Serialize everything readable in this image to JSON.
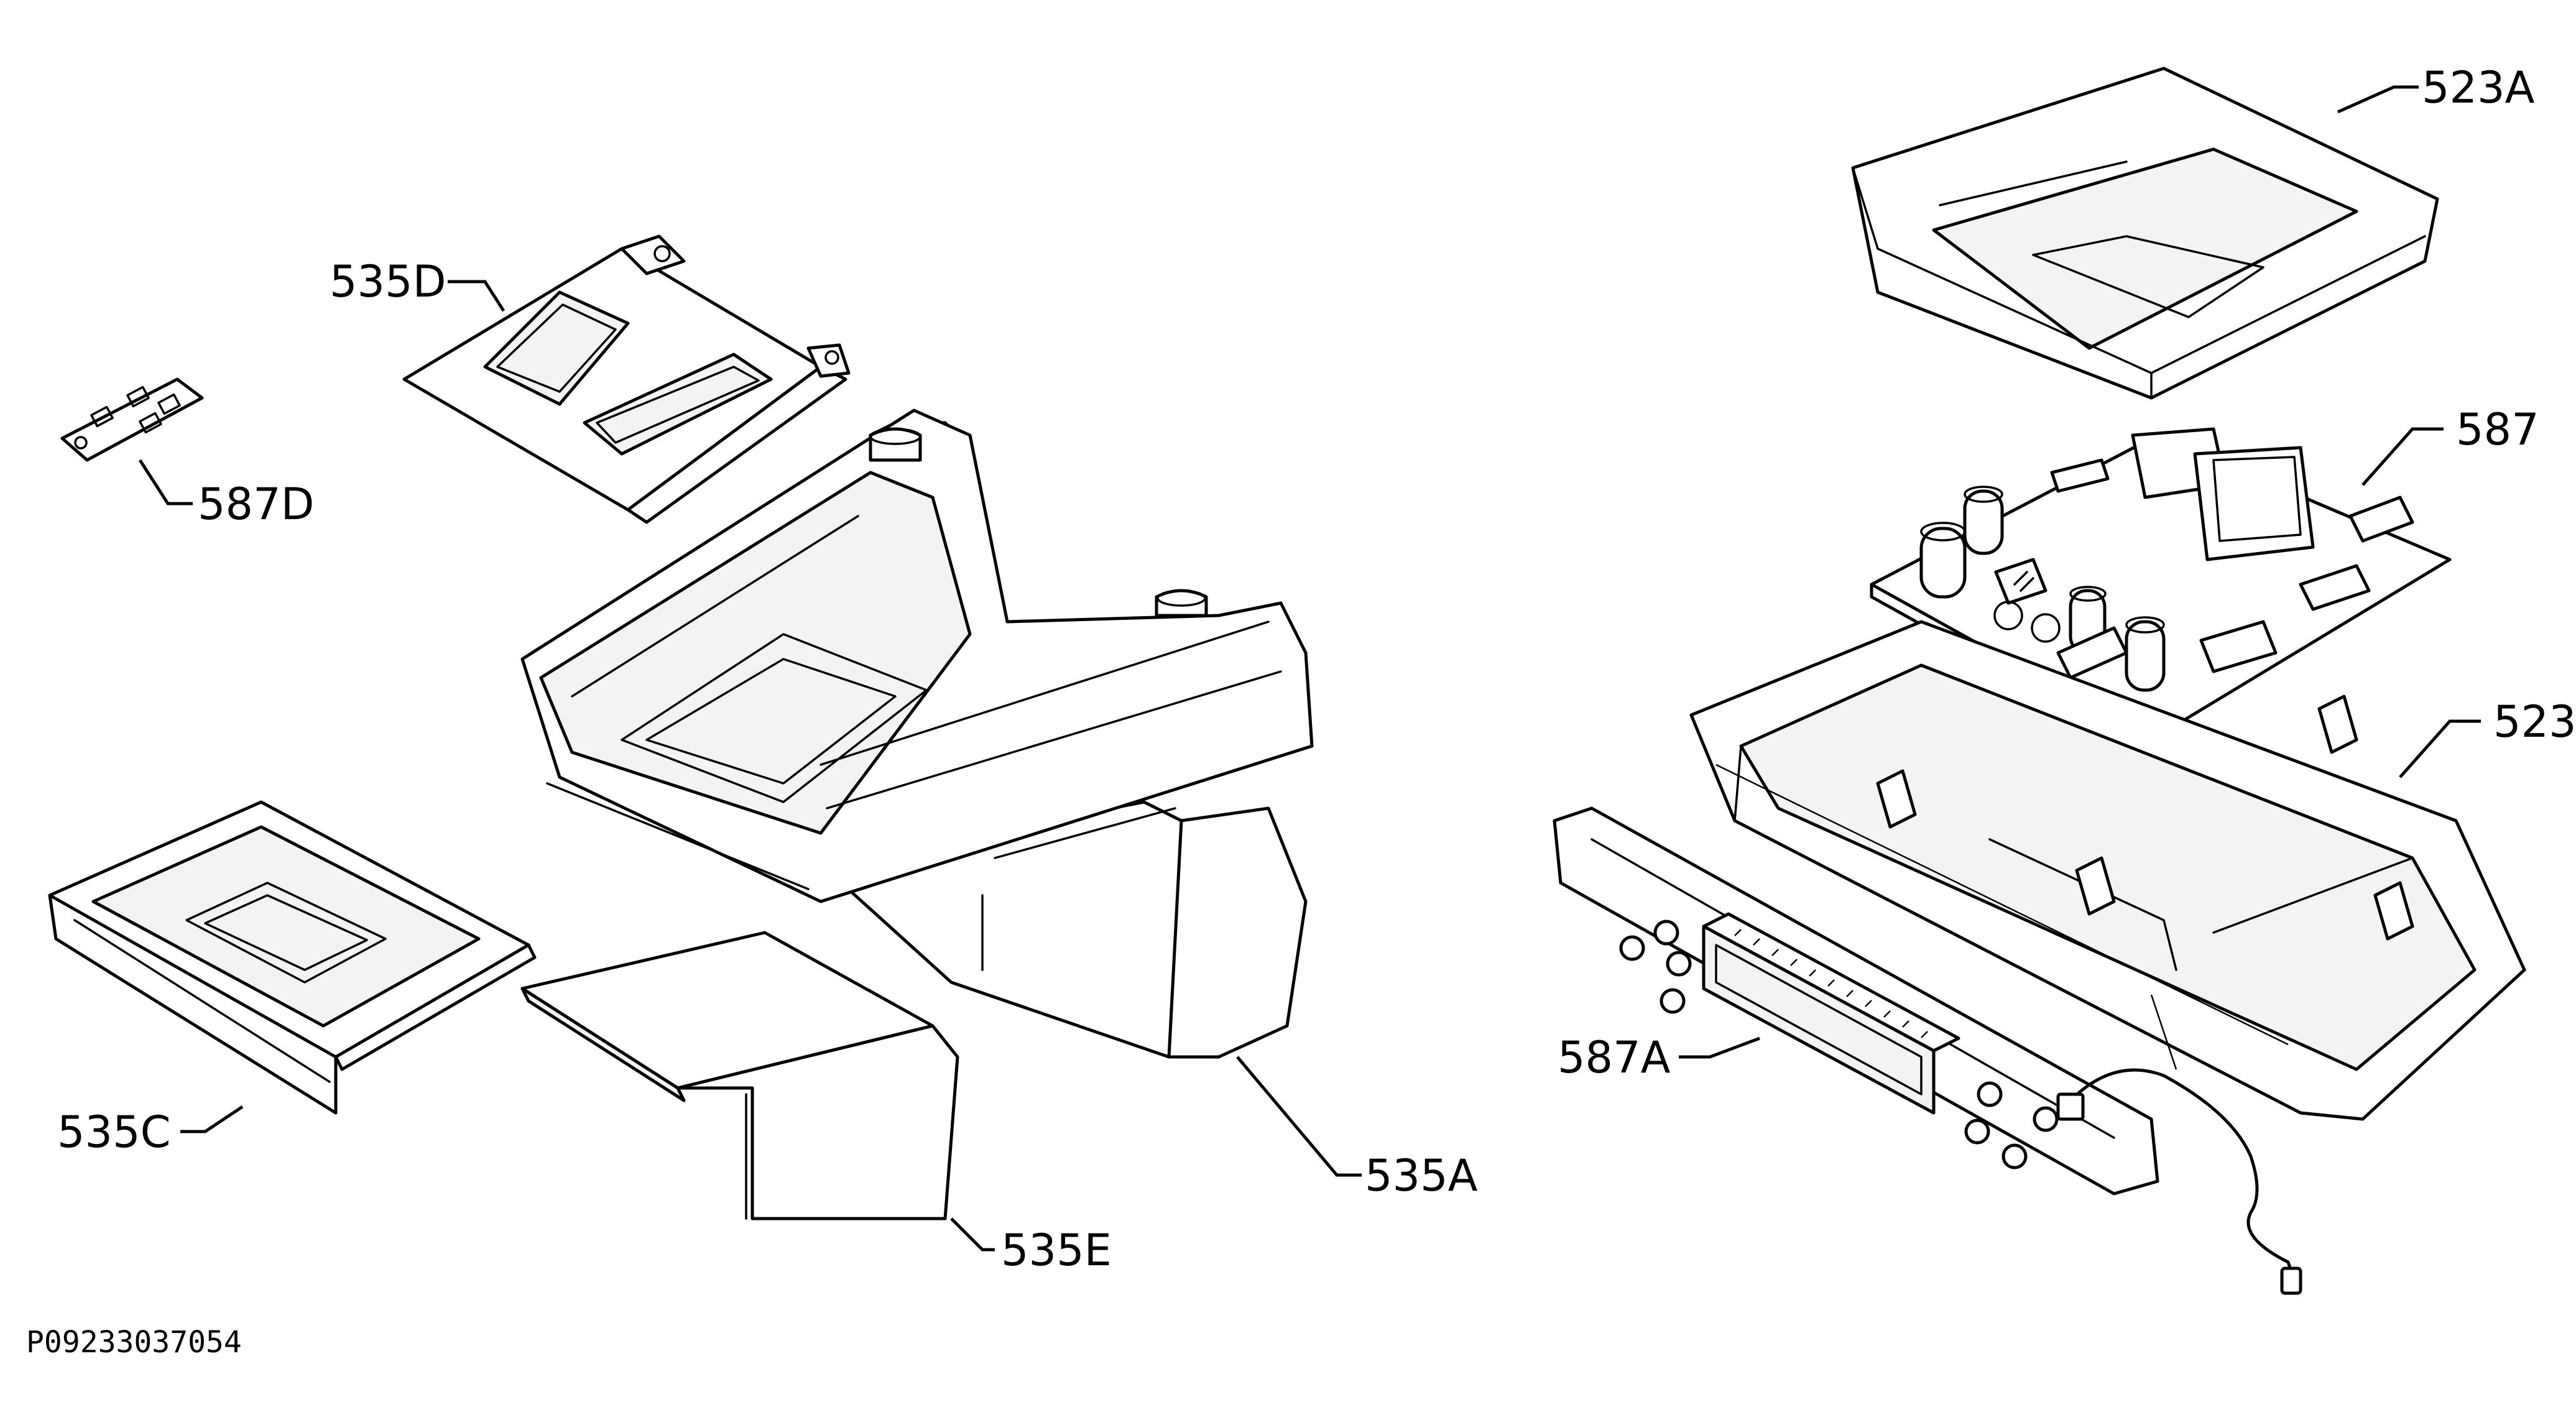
{
  "labels": {
    "l535D": "535D",
    "l587D": "587D",
    "l535C": "535C",
    "l535E": "535E",
    "l535A": "535A",
    "l523A": "523A",
    "l587": "587",
    "l523": "523",
    "l587A": "587A"
  },
  "doc_id": "P09233037054"
}
